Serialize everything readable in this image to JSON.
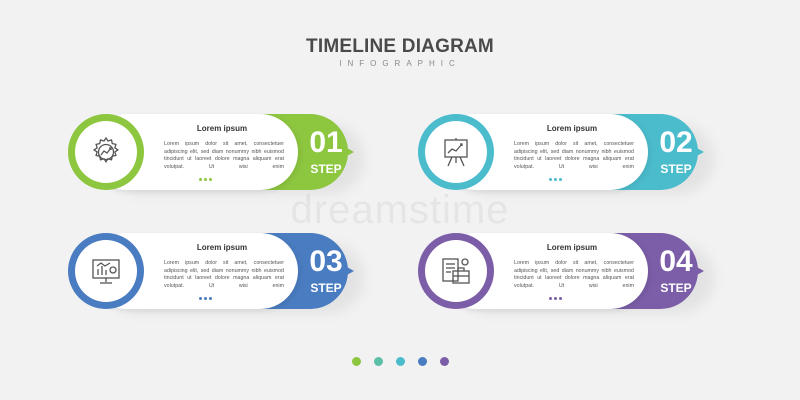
{
  "header": {
    "title": "TIMELINE DIAGRAM",
    "subtitle": "INFOGRAPHIC"
  },
  "watermark": "dreamstime",
  "steps": [
    {
      "heading": "Lorem ipsum",
      "body": "Lorem ipsum dolor sit amet, consectetuer adipiscing elit, sed diam nonummy nibh euismod tincidunt ut laoreet dolore magna aliquam erat volutpat. Ut wisi enim",
      "number": "01",
      "step_label": "STEP",
      "color": "#8dc63f",
      "icon": "gear-chart-icon"
    },
    {
      "heading": "Lorem ipsum",
      "body": "Lorem ipsum dolor sit amet, consectetuer adipiscing elit, sed diam nonummy nibh euismod tincidunt ut laoreet dolore magna aliquam erat volutpat. Ut wisi enim",
      "number": "02",
      "step_label": "STEP",
      "color": "#4bbccc",
      "icon": "presentation-board-icon"
    },
    {
      "heading": "Lorem ipsum",
      "body": "Lorem ipsum dolor sit amet, consectetuer adipiscing elit, sed diam nonummy nibh euismod tincidunt ut laoreet dolore magna aliquam erat volutpat. Ut wisi enim",
      "number": "03",
      "step_label": "STEP",
      "color": "#4a7cc1",
      "icon": "monitor-chart-icon"
    },
    {
      "heading": "Lorem ipsum",
      "body": "Lorem ipsum dolor sit amet, consectetuer adipiscing elit, sed diam nonummy nibh euismod tincidunt ut laoreet dolore magna aliquam erat volutpat. Ut wisi enim",
      "number": "04",
      "step_label": "STEP",
      "color": "#7b5ea7",
      "icon": "document-briefcase-icon"
    }
  ],
  "pager_colors": [
    "#8dc63f",
    "#5cbfa8",
    "#4bbccc",
    "#4a7cc1",
    "#7b5ea7"
  ]
}
